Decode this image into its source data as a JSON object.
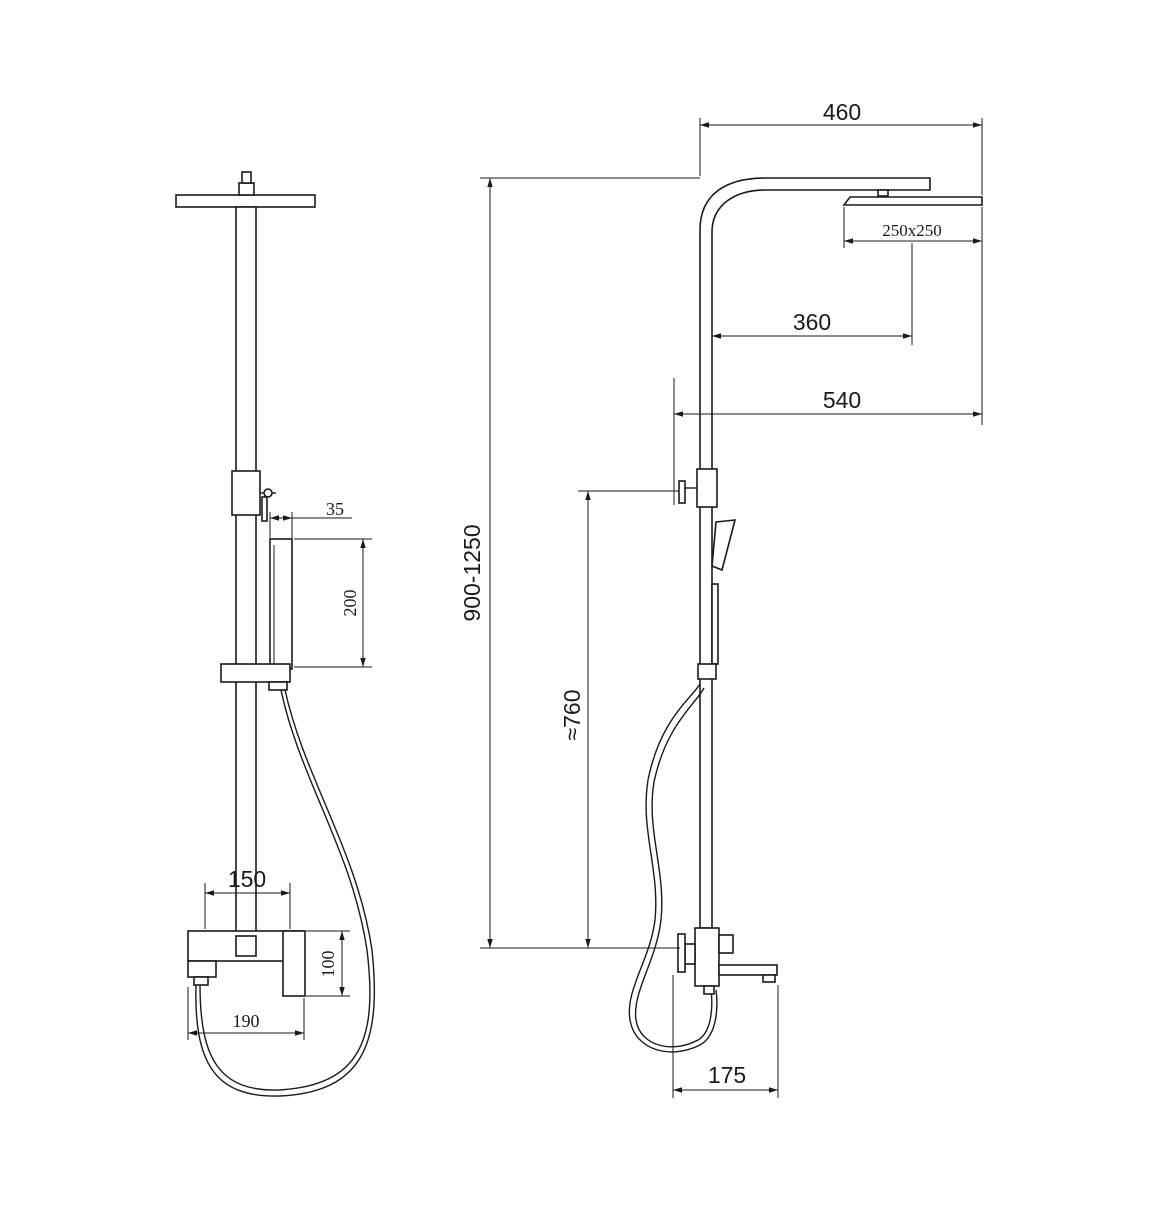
{
  "colors": {
    "line": "#1a1a1a",
    "background": "#ffffff"
  },
  "front_view": {
    "dim_head_projection": "35",
    "dim_hand_shower_length": "200",
    "dim_mixer_width": "150",
    "dim_mixer_height": "100",
    "dim_spout_width": "190"
  },
  "side_view": {
    "dim_total_reach": "460",
    "dim_head_size": "250x250",
    "dim_arm_to_center": "360",
    "dim_wall_to_edge": "540",
    "dim_height": "900-1250",
    "dim_diverter_height": "≈760",
    "dim_spout_projection": "175"
  }
}
